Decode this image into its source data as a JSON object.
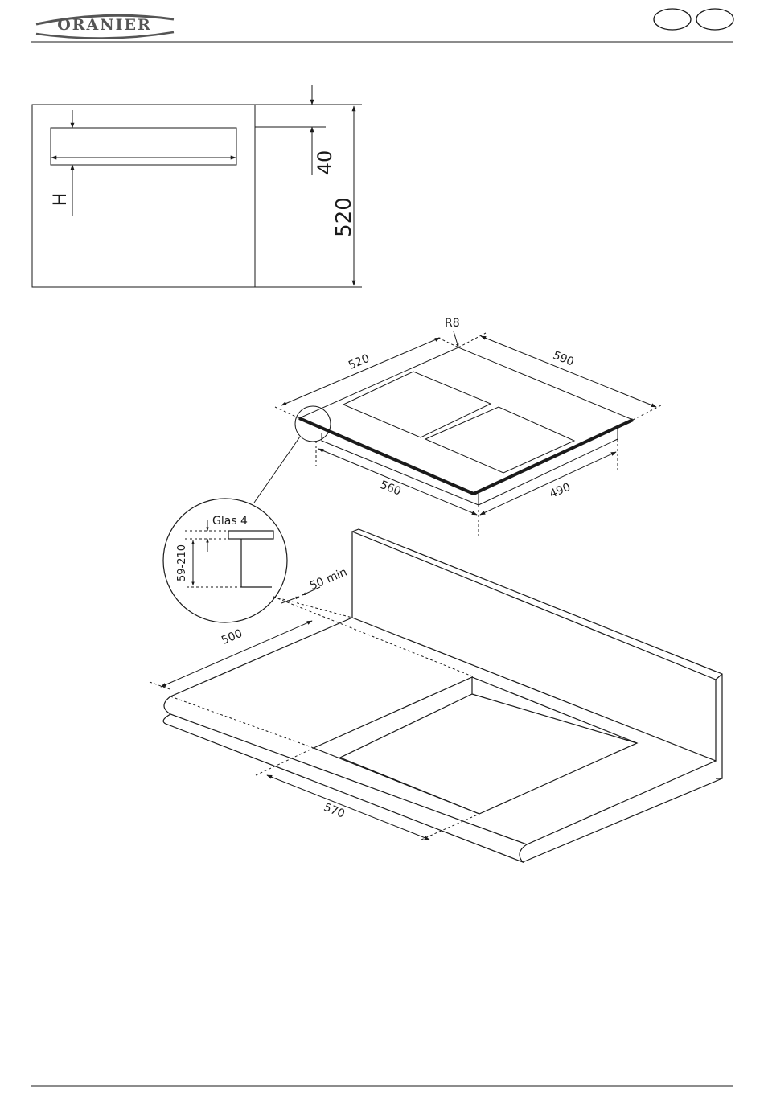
{
  "header": {
    "brand": "ORANIER"
  },
  "side_view": {
    "label_h": "H",
    "label_depth": "520",
    "label_gap": "40"
  },
  "hob": {
    "label_radius": "R8",
    "label_depth": "520",
    "label_width": "590",
    "label_cutout_width": "560",
    "label_cutout_depth": "490"
  },
  "detail": {
    "label_glass": "Glas 4",
    "label_height_range": "59-210"
  },
  "worktop": {
    "label_min_clearance": "50 min",
    "label_cutout_depth": "500",
    "label_cutout_width": "570"
  },
  "colors": {
    "line": "#1a1a1a",
    "logo": "#555555"
  }
}
